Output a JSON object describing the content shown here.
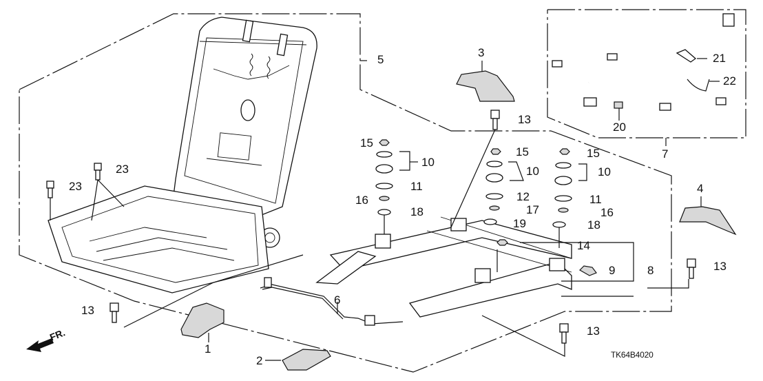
{
  "diagram": {
    "title": "Front Seat Frame Components",
    "diagram_code": "TK64B4020",
    "direction_marker": "FR.",
    "callouts": [
      {
        "id": "c1",
        "number": "1",
        "part": "seat-foot-cover"
      },
      {
        "id": "c2",
        "number": "2",
        "part": "seat-foot-cover-rear"
      },
      {
        "id": "c3",
        "number": "3",
        "part": "seat-foot-cover-inner"
      },
      {
        "id": "c4",
        "number": "4",
        "part": "seat-foot-cover-outer"
      },
      {
        "id": "c5",
        "number": "5",
        "part": "seat-frame-assembly"
      },
      {
        "id": "c6",
        "number": "6",
        "part": "slide-cable"
      },
      {
        "id": "c7",
        "number": "7",
        "part": "wire-harness"
      },
      {
        "id": "c8",
        "number": "8",
        "part": "slide-rail-assembly"
      },
      {
        "id": "c9",
        "number": "9",
        "part": "clip"
      },
      {
        "id": "c10a",
        "number": "10",
        "part": "damper-rubber-set"
      },
      {
        "id": "c10b",
        "number": "10",
        "part": "damper-rubber-set"
      },
      {
        "id": "c10c",
        "number": "10",
        "part": "damper-rubber-set"
      },
      {
        "id": "c11a",
        "number": "11",
        "part": "washer"
      },
      {
        "id": "c11b",
        "number": "11",
        "part": "washer"
      },
      {
        "id": "c12",
        "number": "12",
        "part": "washer"
      },
      {
        "id": "c13a",
        "number": "13",
        "part": "bolt"
      },
      {
        "id": "c13b",
        "number": "13",
        "part": "bolt"
      },
      {
        "id": "c13c",
        "number": "13",
        "part": "bolt"
      },
      {
        "id": "c13d",
        "number": "13",
        "part": "bolt"
      },
      {
        "id": "c14",
        "number": "14",
        "part": "nut"
      },
      {
        "id": "c15a",
        "number": "15",
        "part": "nut"
      },
      {
        "id": "c15b",
        "number": "15",
        "part": "nut"
      },
      {
        "id": "c15c",
        "number": "15",
        "part": "nut"
      },
      {
        "id": "c16a",
        "number": "16",
        "part": "spacer"
      },
      {
        "id": "c16b",
        "number": "16",
        "part": "spacer"
      },
      {
        "id": "c17",
        "number": "17",
        "part": "spacer"
      },
      {
        "id": "c18a",
        "number": "18",
        "part": "collar"
      },
      {
        "id": "c18b",
        "number": "18",
        "part": "collar"
      },
      {
        "id": "c19",
        "number": "19",
        "part": "collar"
      },
      {
        "id": "c20",
        "number": "20",
        "part": "clip"
      },
      {
        "id": "c21",
        "number": "21",
        "part": "cord-clip"
      },
      {
        "id": "c22",
        "number": "22",
        "part": "cord-tie"
      },
      {
        "id": "c23a",
        "number": "23",
        "part": "screw"
      },
      {
        "id": "c23b",
        "number": "23",
        "part": "screw"
      }
    ]
  }
}
